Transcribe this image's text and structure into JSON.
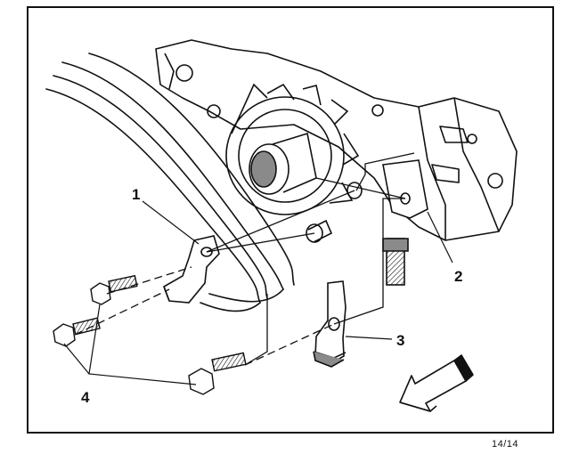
{
  "callouts": [
    {
      "id": "1",
      "label": "1",
      "part": "shield-bracket"
    },
    {
      "id": "2",
      "label": "2",
      "part": "mounting-stud"
    },
    {
      "id": "3",
      "label": "3",
      "part": "lower-bracket"
    },
    {
      "id": "4",
      "label": "4",
      "part": "bolts"
    }
  ],
  "figure_code": "14/14",
  "colors": {
    "ink": "#111111",
    "paper": "#ffffff",
    "shade": "#8a8a8a"
  },
  "icons": {
    "direction": "front-arrow-icon"
  }
}
